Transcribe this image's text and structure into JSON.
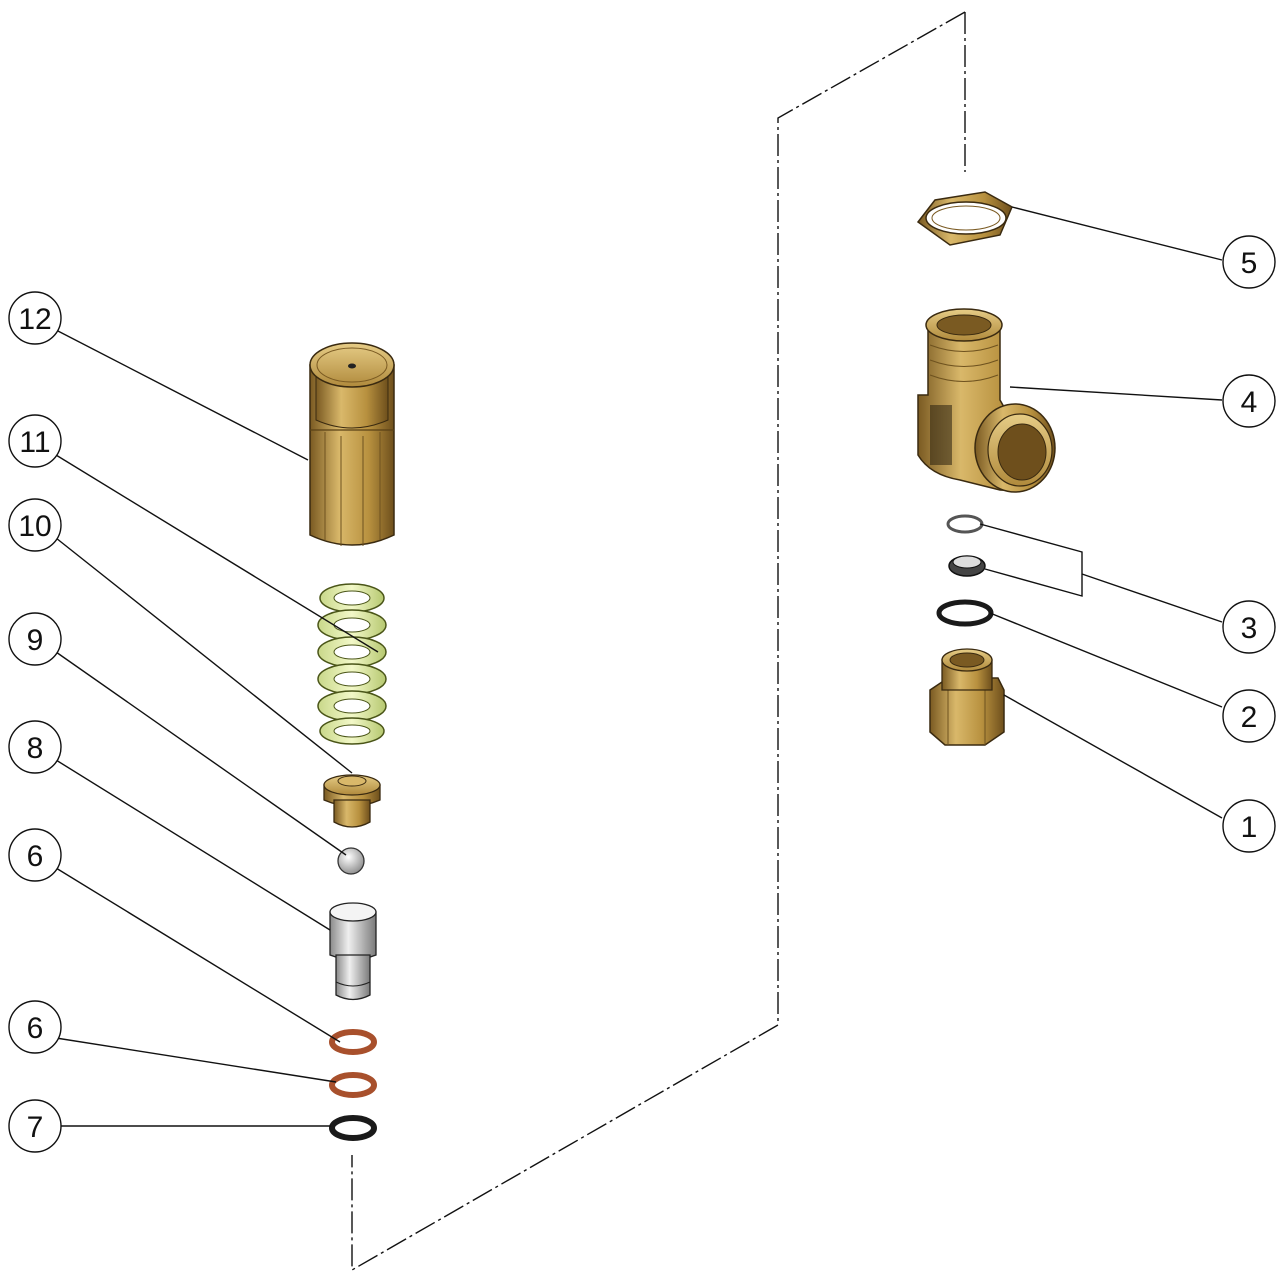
{
  "diagram": {
    "callouts": [
      {
        "id": "1",
        "label": "1"
      },
      {
        "id": "2",
        "label": "2"
      },
      {
        "id": "3",
        "label": "3"
      },
      {
        "id": "4",
        "label": "4"
      },
      {
        "id": "5",
        "label": "5"
      },
      {
        "id": "6a",
        "label": "6"
      },
      {
        "id": "6b",
        "label": "6"
      },
      {
        "id": "7",
        "label": "7"
      },
      {
        "id": "8",
        "label": "8"
      },
      {
        "id": "9",
        "label": "9"
      },
      {
        "id": "10",
        "label": "10"
      },
      {
        "id": "11",
        "label": "11"
      },
      {
        "id": "12",
        "label": "12"
      }
    ],
    "colors": {
      "brass": "#c9a45a",
      "brass_dark": "#8a6a2c",
      "spring": "#e6efb0",
      "spring_edge": "#6b7a2a",
      "steel": "#c8c8c8",
      "copper": "#b8603a",
      "rubber": "#1a1a1a"
    }
  }
}
